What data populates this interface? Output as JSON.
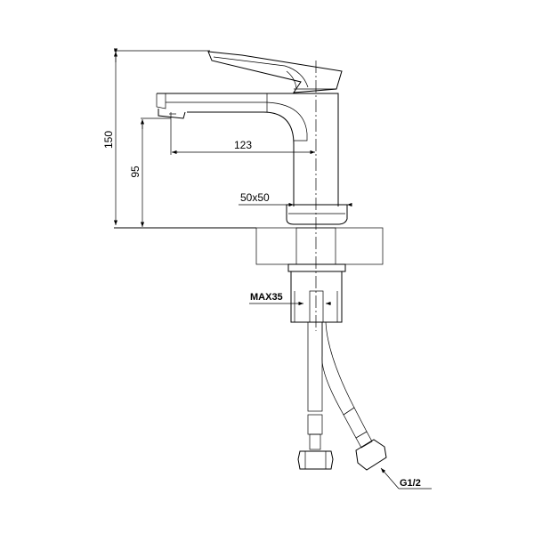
{
  "drawing": {
    "dimensions": {
      "total_height": "150",
      "spout_height": "95",
      "spout_reach": "123",
      "base_size": "50x50",
      "max_counter_thickness": "MAX35",
      "hose_connection": "G1/2"
    },
    "colors": {
      "line": "#000000",
      "counter_fill": "#e6e6e6",
      "thread_fill": "#555555"
    }
  }
}
